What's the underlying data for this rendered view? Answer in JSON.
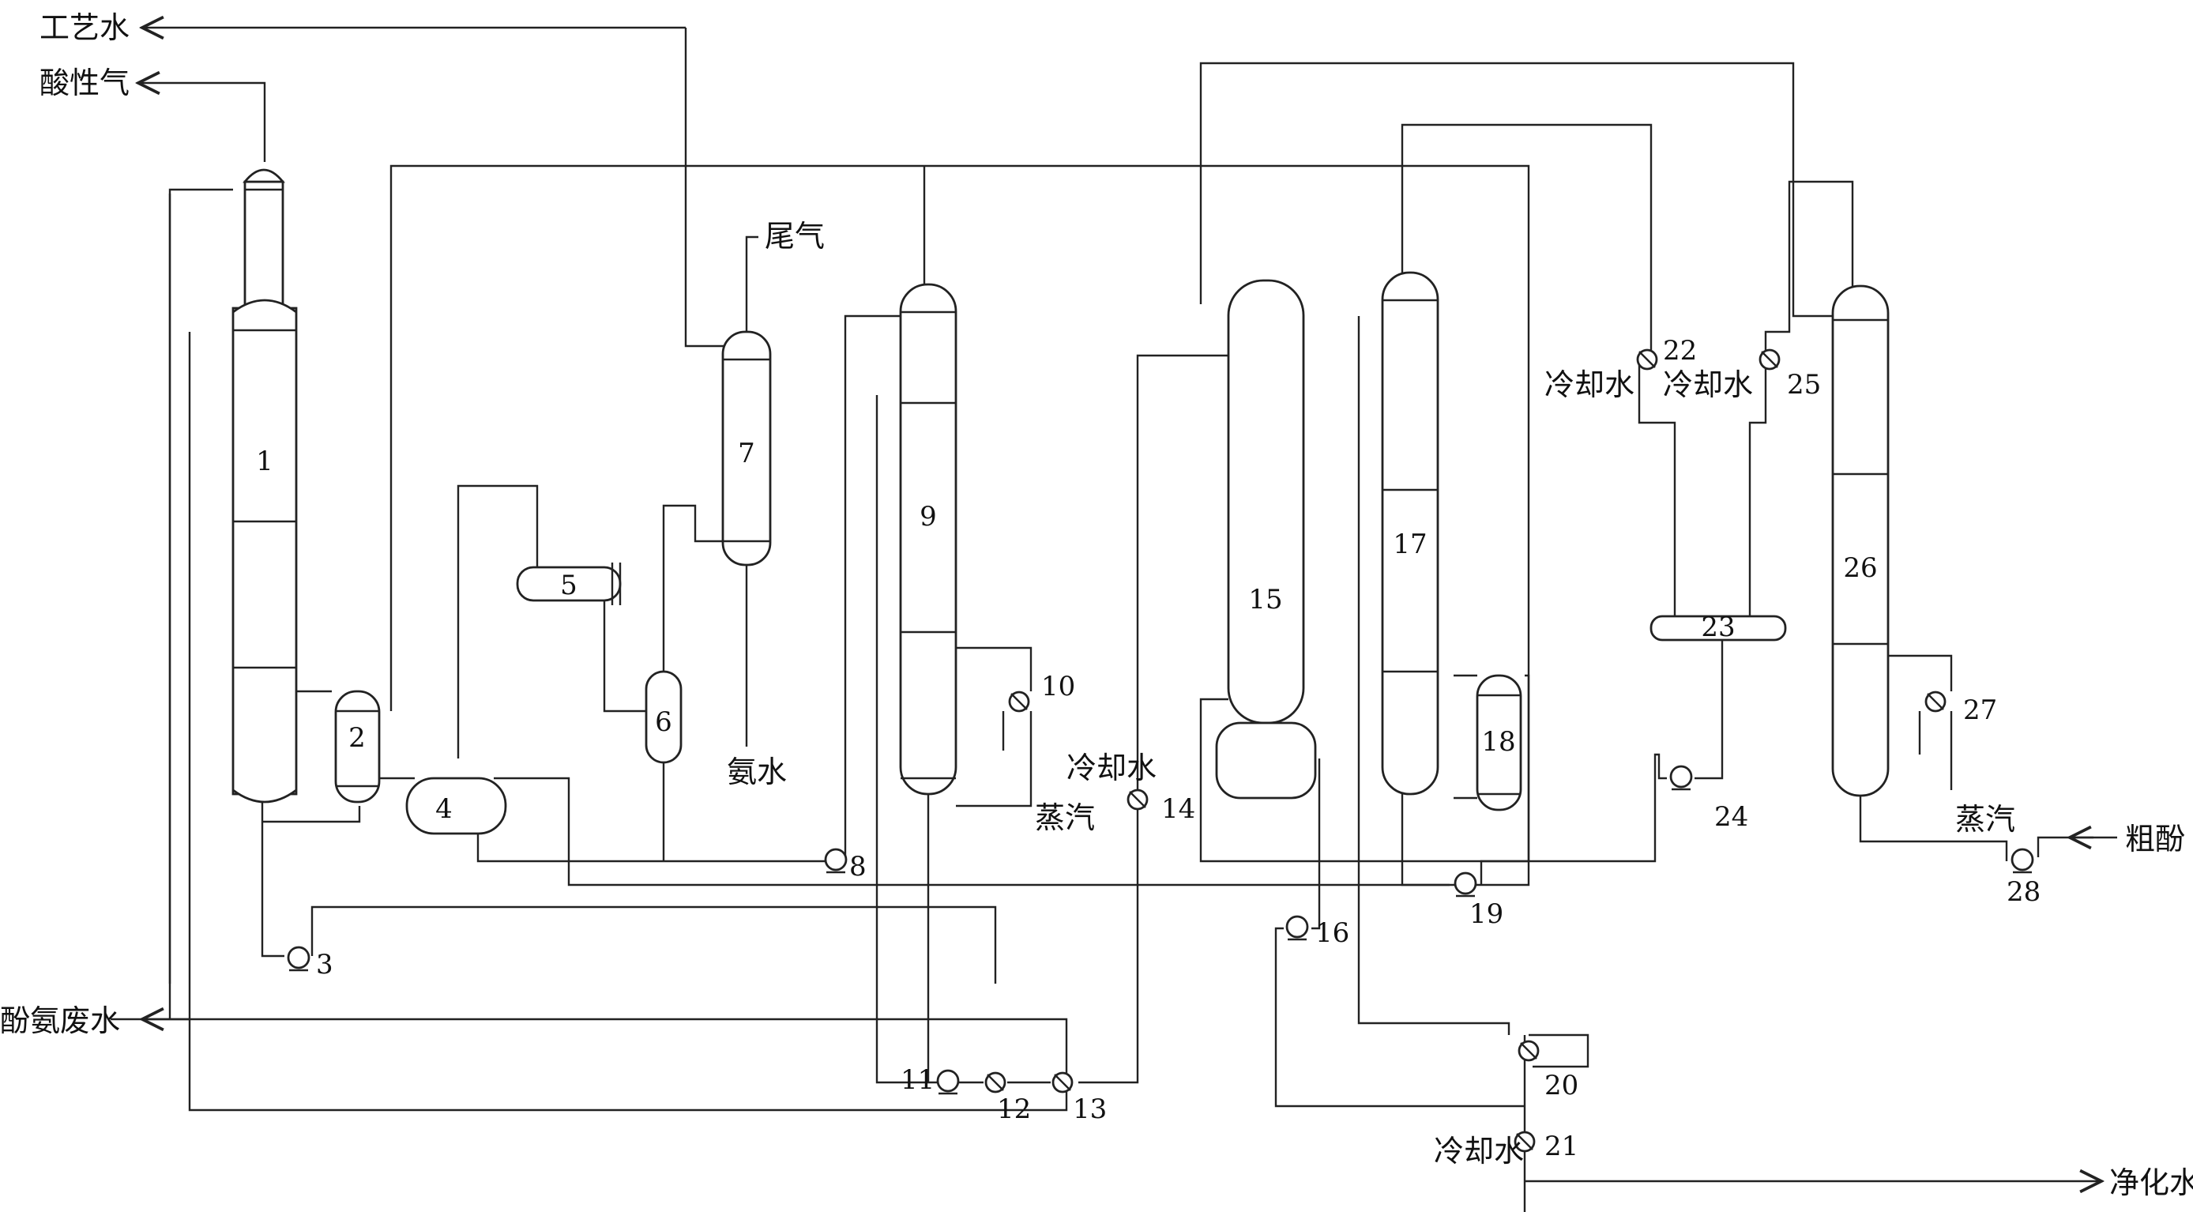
{
  "labels": {
    "process_water": "工艺水",
    "acid_gas": "酸性气",
    "tail_gas": "尾气",
    "ammonia_water": "氨水",
    "steam_10": "蒸汽",
    "cooling_water_14": "冷却水",
    "cooling_water_22": "冷却水",
    "cooling_water_25": "冷却水",
    "cooling_water_21": "冷却水",
    "steam_27": "蒸汽",
    "crude_phenol": "粗酚",
    "phenol_ammonia_wastewater": "酚氨废水",
    "purified_water": "净化水"
  },
  "equipment": {
    "e1": "1",
    "e2": "2",
    "e3": "3",
    "e4": "4",
    "e5": "5",
    "e6": "6",
    "e7": "7",
    "e8": "8",
    "e9": "9",
    "e10": "10",
    "e11": "11",
    "e12": "12",
    "e13": "13",
    "e14": "14",
    "e15": "15",
    "e16": "16",
    "e17": "17",
    "e18": "18",
    "e19": "19",
    "e20": "20",
    "e21": "21",
    "e22": "22",
    "e23": "23",
    "e24": "24",
    "e25": "25",
    "e26": "26",
    "e27": "27",
    "e28": "28"
  }
}
